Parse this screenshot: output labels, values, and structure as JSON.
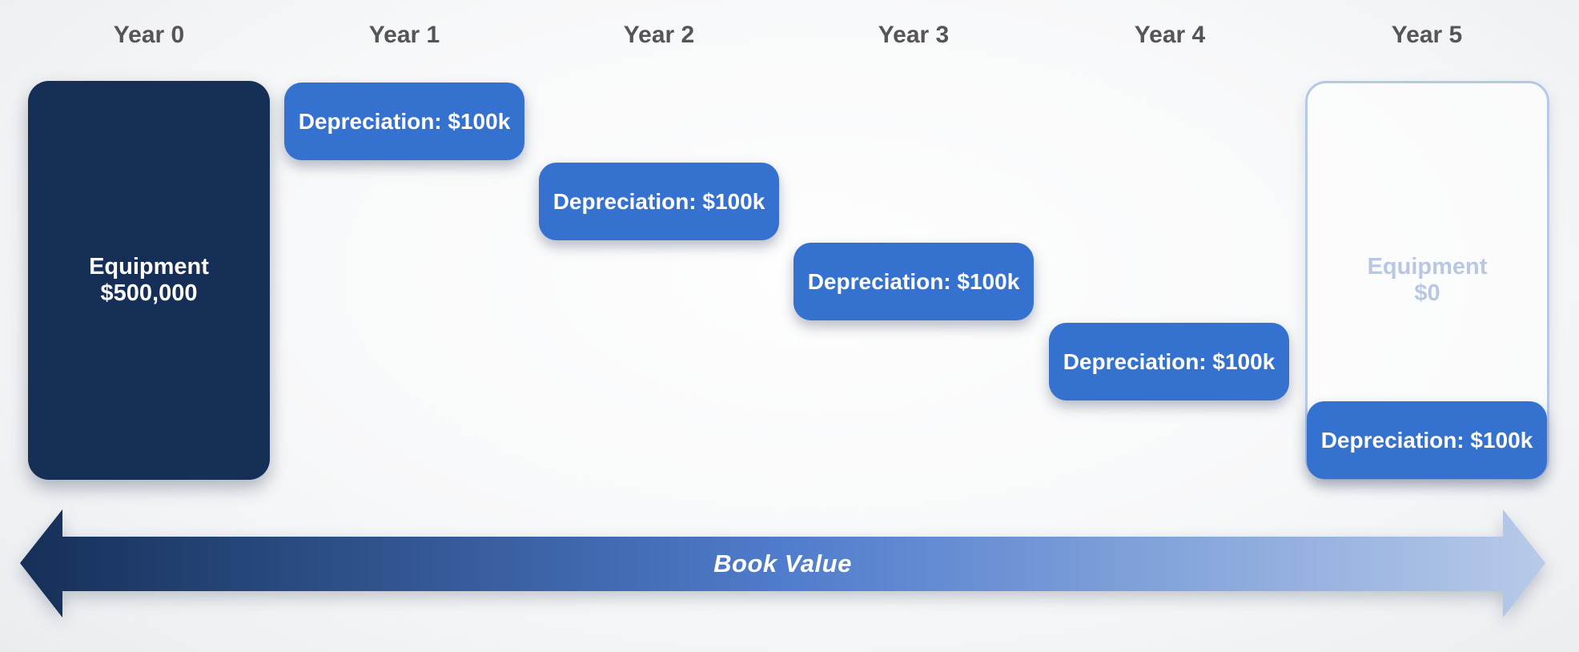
{
  "diagram": {
    "columns": [
      {
        "label": "Year 0"
      },
      {
        "label": "Year 1"
      },
      {
        "label": "Year 2"
      },
      {
        "label": "Year 3"
      },
      {
        "label": "Year 4"
      },
      {
        "label": "Year 5"
      }
    ],
    "equipment_start": {
      "name": "Equipment",
      "value": "$500,000"
    },
    "equipment_end": {
      "name": "Equipment",
      "value": "$0"
    },
    "depreciation": {
      "boxes": [
        {
          "year": "Year 1",
          "label": "Depreciation: $100k"
        },
        {
          "year": "Year 2",
          "label": "Depreciation: $100k"
        },
        {
          "year": "Year 3",
          "label": "Depreciation: $100k"
        },
        {
          "year": "Year 4",
          "label": "Depreciation: $100k"
        },
        {
          "year": "Year 5",
          "label": "Depreciation: $100k"
        }
      ],
      "amount_per_year": "$100k",
      "years": 5
    },
    "arrow": {
      "label": "Book Value",
      "direction": "double-headed-horizontal"
    },
    "colors": {
      "equipment_box": "#152f57",
      "depreciation_box": "#3572cf",
      "ghost_border": "#b5c8e6",
      "ghost_text": "#b9c8e2",
      "year_label": "#555456",
      "arrow_gradient_start": "#152f57",
      "arrow_gradient_mid": "#4f7ccc",
      "arrow_gradient_end": "#b7cae9",
      "text_on_dark": "#ffffff"
    }
  }
}
